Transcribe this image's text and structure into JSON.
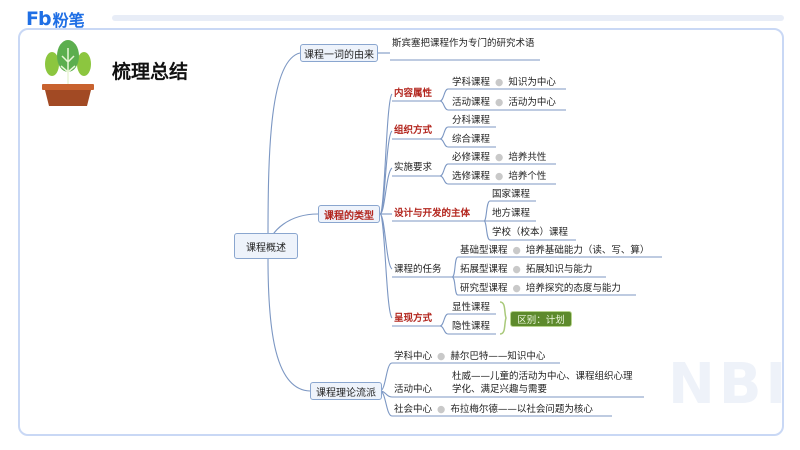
{
  "brand": {
    "fb": "Fb",
    "name": "粉笔"
  },
  "watermark": "NBI",
  "title": "梳理总结",
  "root": "课程概述",
  "b1": {
    "label": "课程一词的由来",
    "leaf": "斯宾塞把课程作为专门的研究术语"
  },
  "b2": {
    "label": "课程的类型",
    "g1": {
      "label": "内容属性",
      "r1a": "学科课程",
      "r1b": "知识为中心",
      "r2a": "活动课程",
      "r2b": "活动为中心"
    },
    "g2": {
      "label": "组织方式",
      "r1": "分科课程",
      "r2": "综合课程"
    },
    "g3": {
      "label": "实施要求",
      "r1a": "必修课程",
      "r1b": "培养共性",
      "r2a": "选修课程",
      "r2b": "培养个性"
    },
    "g4": {
      "label": "设计与开发的主体",
      "r1": "国家课程",
      "r2": "地方课程",
      "r3": "学校（校本）课程"
    },
    "g5": {
      "label": "课程的任务",
      "r1a": "基础型课程",
      "r1b": "培养基础能力（读、写、算）",
      "r2a": "拓展型课程",
      "r2b": "拓展知识与能力",
      "r3a": "研究型课程",
      "r3b": "培养探究的态度与能力"
    },
    "g6": {
      "label": "呈现方式",
      "r1": "显性课程",
      "r2": "隐性课程",
      "tag": "区别：计划"
    }
  },
  "b3": {
    "label": "课程理论流派",
    "r1a": "学科中心",
    "r1b": "赫尔巴特——知识中心",
    "r2a": "活动中心",
    "r2b1": "杜威——儿童的活动为中心、课程组织心理",
    "r2b2": "学化、满足兴趣与需要",
    "r3a": "社会中心",
    "r3b": "布拉梅尔德——以社会问题为核心"
  }
}
